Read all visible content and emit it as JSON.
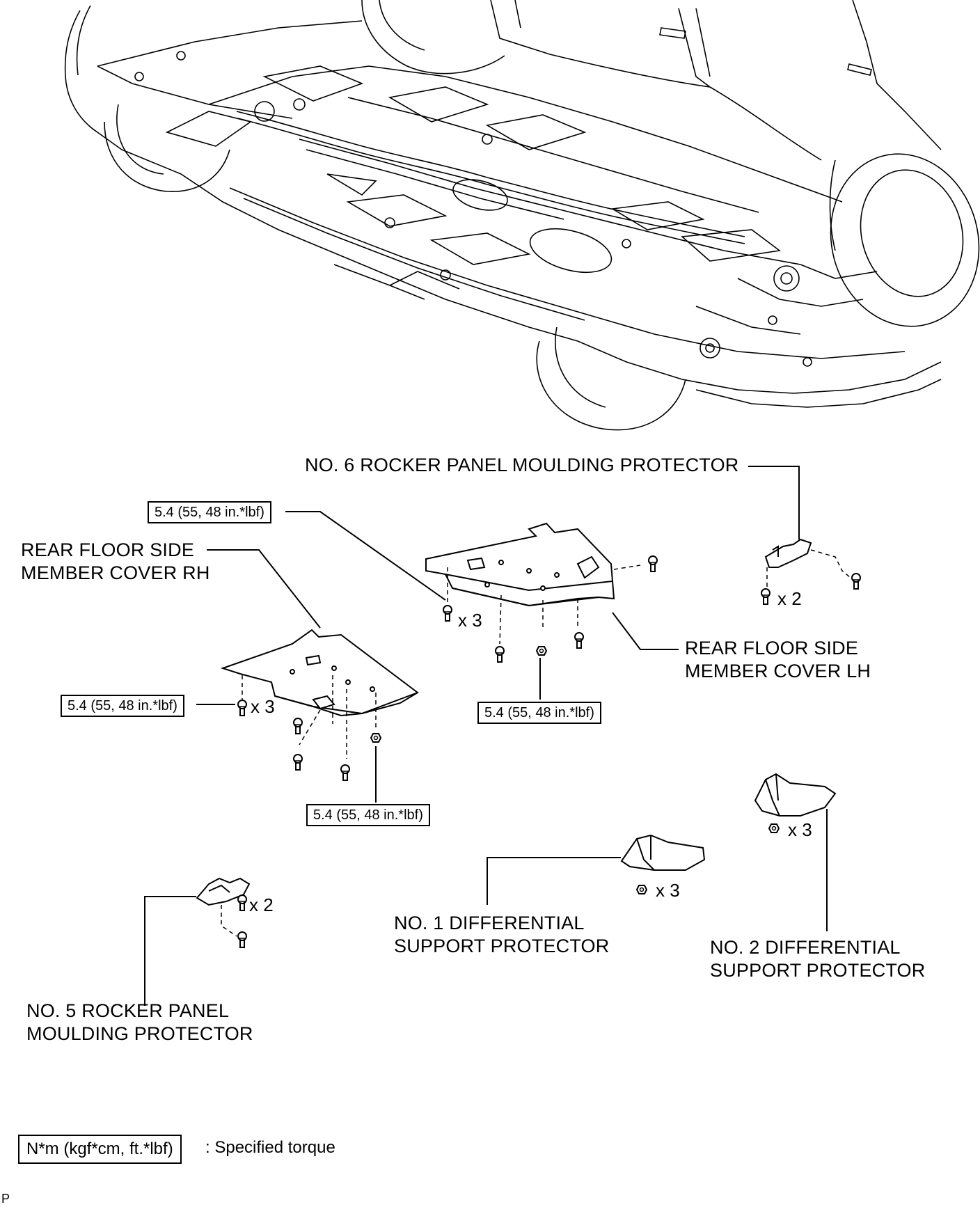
{
  "labels": {
    "no6_rocker": "NO. 6 ROCKER PANEL MOULDING PROTECTOR",
    "rear_floor_rh_line1": "REAR FLOOR SIDE",
    "rear_floor_rh_line2": "MEMBER COVER RH",
    "rear_floor_lh_line1": "REAR FLOOR SIDE",
    "rear_floor_lh_line2": "MEMBER COVER LH",
    "no1_diff_line1": "NO. 1 DIFFERENTIAL",
    "no1_diff_line2": "SUPPORT PROTECTOR",
    "no2_diff_line1": "NO. 2 DIFFERENTIAL",
    "no2_diff_line2": "SUPPORT PROTECTOR",
    "no5_rocker_line1": "NO. 5 ROCKER PANEL",
    "no5_rocker_line2": "MOULDING PROTECTOR"
  },
  "torque": {
    "t1": "5.4 (55, 48 in.*lbf)",
    "t2": "5.4 (55, 48 in.*lbf)",
    "t3": "5.4 (55, 48 in.*lbf)",
    "t4": "5.4 (55, 48 in.*lbf)"
  },
  "quantities": {
    "lh_bolts": "x 3",
    "rh_bolts": "x 3",
    "no6_bolts": "x 2",
    "no5_bolts": "x 2",
    "no1_nuts": "x 3",
    "no2_nuts": "x 3"
  },
  "legend": {
    "unit": "N*m (kgf*cm, ft.*lbf)",
    "text": ": Specified torque"
  },
  "figure_code": "P"
}
